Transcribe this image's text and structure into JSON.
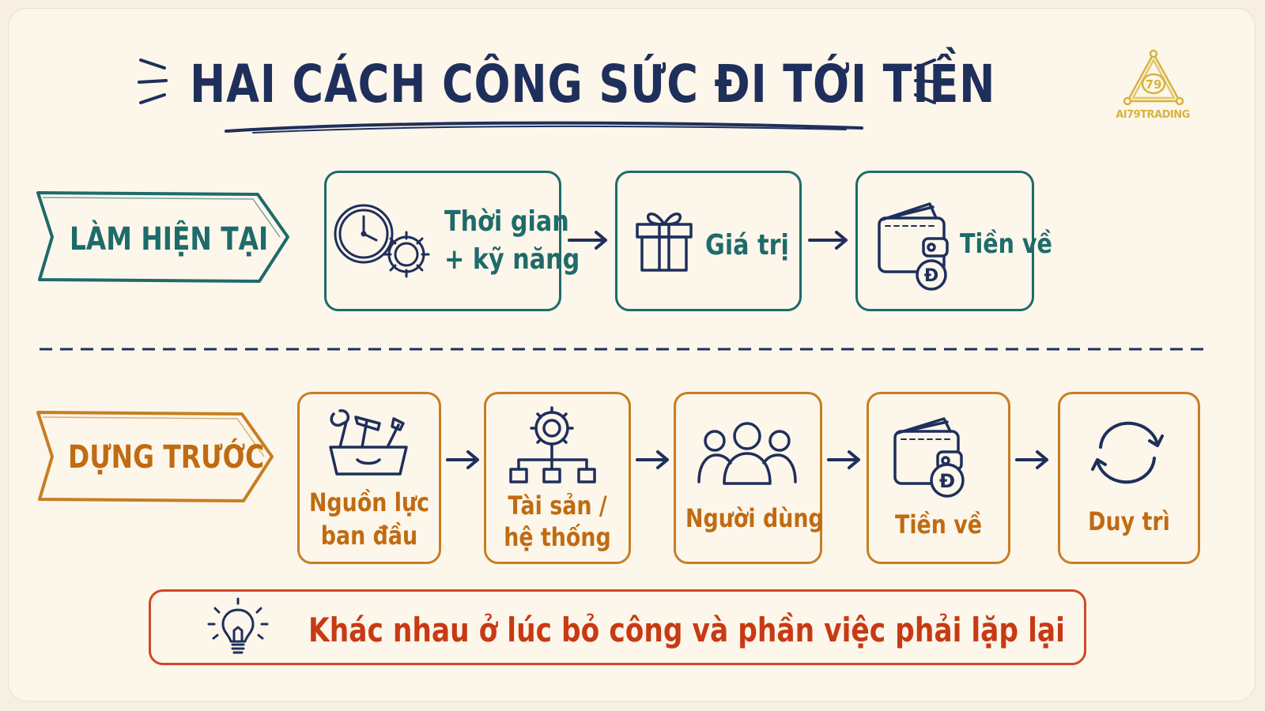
{
  "title": "HAI CÁCH  CÔNG SỨC ĐI TỚI TIỀN",
  "logo": {
    "text": "AI79TRADING",
    "number": "79"
  },
  "rows": {
    "now": {
      "label": "LÀM HIỆN TẠI",
      "steps": [
        {
          "line1": "Thời gian",
          "line2": "+ kỹ năng",
          "icon": "clock-gear-icon"
        },
        {
          "line1": "Giá trị",
          "icon": "gift-icon"
        },
        {
          "line1": "Tiền về",
          "icon": "wallet-coin-icon"
        }
      ]
    },
    "build": {
      "label": "DỰNG TRƯỚC",
      "steps": [
        {
          "line1": "Nguồn lực",
          "line2": "ban đầu",
          "icon": "toolbox-icon"
        },
        {
          "line1": "Tài sản /",
          "line2": "hệ thống",
          "icon": "gear-hierarchy-icon"
        },
        {
          "line1": "Người dùng",
          "icon": "people-icon"
        },
        {
          "line1": "Tiền về",
          "icon": "wallet-coin-icon"
        },
        {
          "line1": "Duy trì",
          "icon": "refresh-cycle-icon"
        }
      ]
    }
  },
  "footer": {
    "text": "Khác nhau ở lúc bỏ công và phần việc phải lặp lại",
    "icon": "lightbulb-icon"
  },
  "coin_symbol": "Đ",
  "colors": {
    "navy": "#1f2f5c",
    "teal": "#1e6b6b",
    "orange": "#c87e24",
    "red": "#cf4a22",
    "gold": "#d6b43c"
  }
}
